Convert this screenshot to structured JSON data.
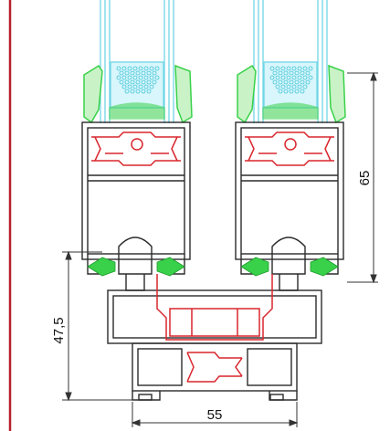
{
  "diagram": {
    "dimensions": [
      {
        "label": "65"
      },
      {
        "label": "47,5"
      },
      {
        "label": "55"
      }
    ]
  },
  "colors": {
    "profile_outline": "#2b2b2b",
    "thermal_break": "#d9262d",
    "gasket": "#39d14a",
    "glass": "#6fd6e6",
    "glass_fill": "#d8f6fb",
    "left_rule": "#b8202c"
  }
}
